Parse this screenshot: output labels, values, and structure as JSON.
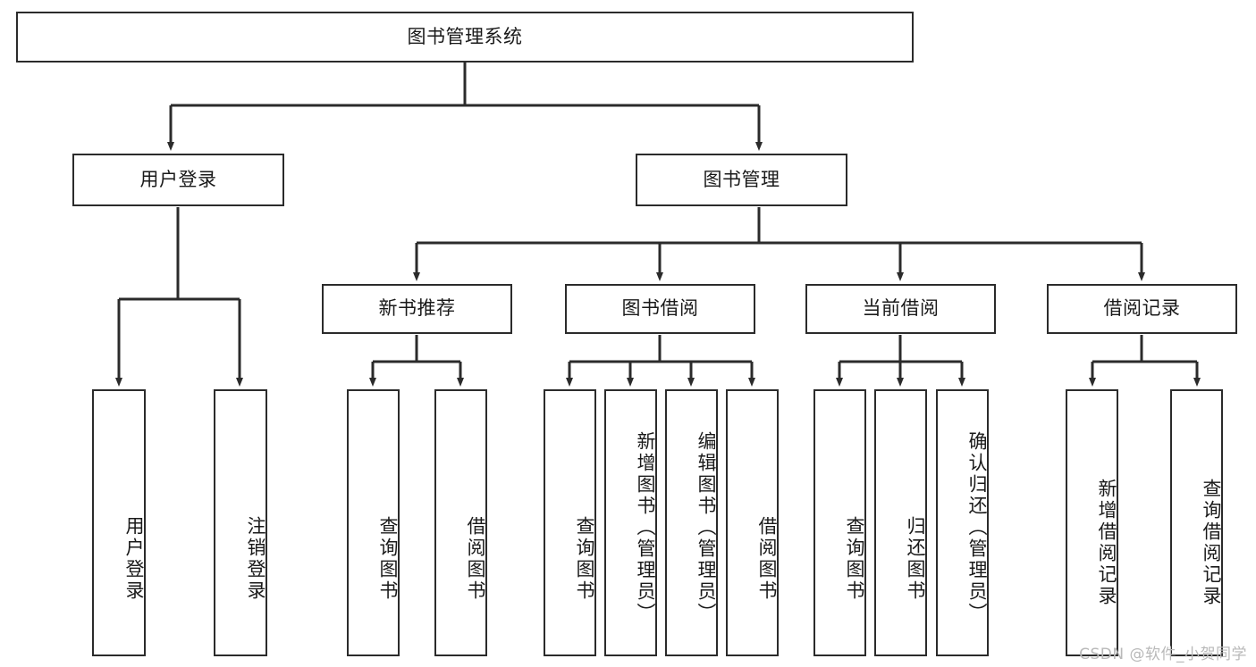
{
  "diagram": {
    "title": "图书管理系统",
    "root": {
      "id": "root",
      "label": "图书管理系统"
    },
    "level1": [
      {
        "id": "user-login",
        "label": "用户登录"
      },
      {
        "id": "book-manage",
        "label": "图书管理"
      }
    ],
    "level2": [
      {
        "id": "new-book-recommend",
        "label": "新书推荐",
        "parent": "book-manage"
      },
      {
        "id": "book-borrow",
        "label": "图书借阅",
        "parent": "book-manage"
      },
      {
        "id": "current-borrow",
        "label": "当前借阅",
        "parent": "book-manage"
      },
      {
        "id": "borrow-record",
        "label": "借阅记录",
        "parent": "book-manage"
      }
    ],
    "leaves": [
      {
        "id": "leaf-user-login",
        "label": "用户登录",
        "parent": "user-login"
      },
      {
        "id": "leaf-user-logout",
        "label": "注销登录",
        "parent": "user-login"
      },
      {
        "id": "leaf-query-book-1",
        "label": "查询图书",
        "parent": "new-book-recommend"
      },
      {
        "id": "leaf-borrow-book-1",
        "label": "借阅图书",
        "parent": "new-book-recommend"
      },
      {
        "id": "leaf-query-book-2",
        "label": "查询图书",
        "parent": "book-borrow"
      },
      {
        "id": "leaf-add-book",
        "label": "新增图书（管理员）",
        "parent": "book-borrow"
      },
      {
        "id": "leaf-edit-book",
        "label": "编辑图书（管理员）",
        "parent": "book-borrow"
      },
      {
        "id": "leaf-borrow-book-2",
        "label": "借阅图书",
        "parent": "book-borrow"
      },
      {
        "id": "leaf-query-book-3",
        "label": "查询图书",
        "parent": "current-borrow"
      },
      {
        "id": "leaf-return-book",
        "label": "归还图书",
        "parent": "current-borrow"
      },
      {
        "id": "leaf-confirm-return",
        "label": "确认归还（管理员）",
        "parent": "current-borrow"
      },
      {
        "id": "leaf-add-record",
        "label": "新增借阅记录",
        "parent": "borrow-record"
      },
      {
        "id": "leaf-query-record",
        "label": "查询借阅记录",
        "parent": "borrow-record"
      }
    ],
    "watermark": "CSDN @软件_小贺同学",
    "colors": {
      "border": "#2b2b2b",
      "edge": "#2b2b2b",
      "background": "#ffffff",
      "text": "#1a1a1a",
      "watermark": "#b9b9b9"
    }
  }
}
